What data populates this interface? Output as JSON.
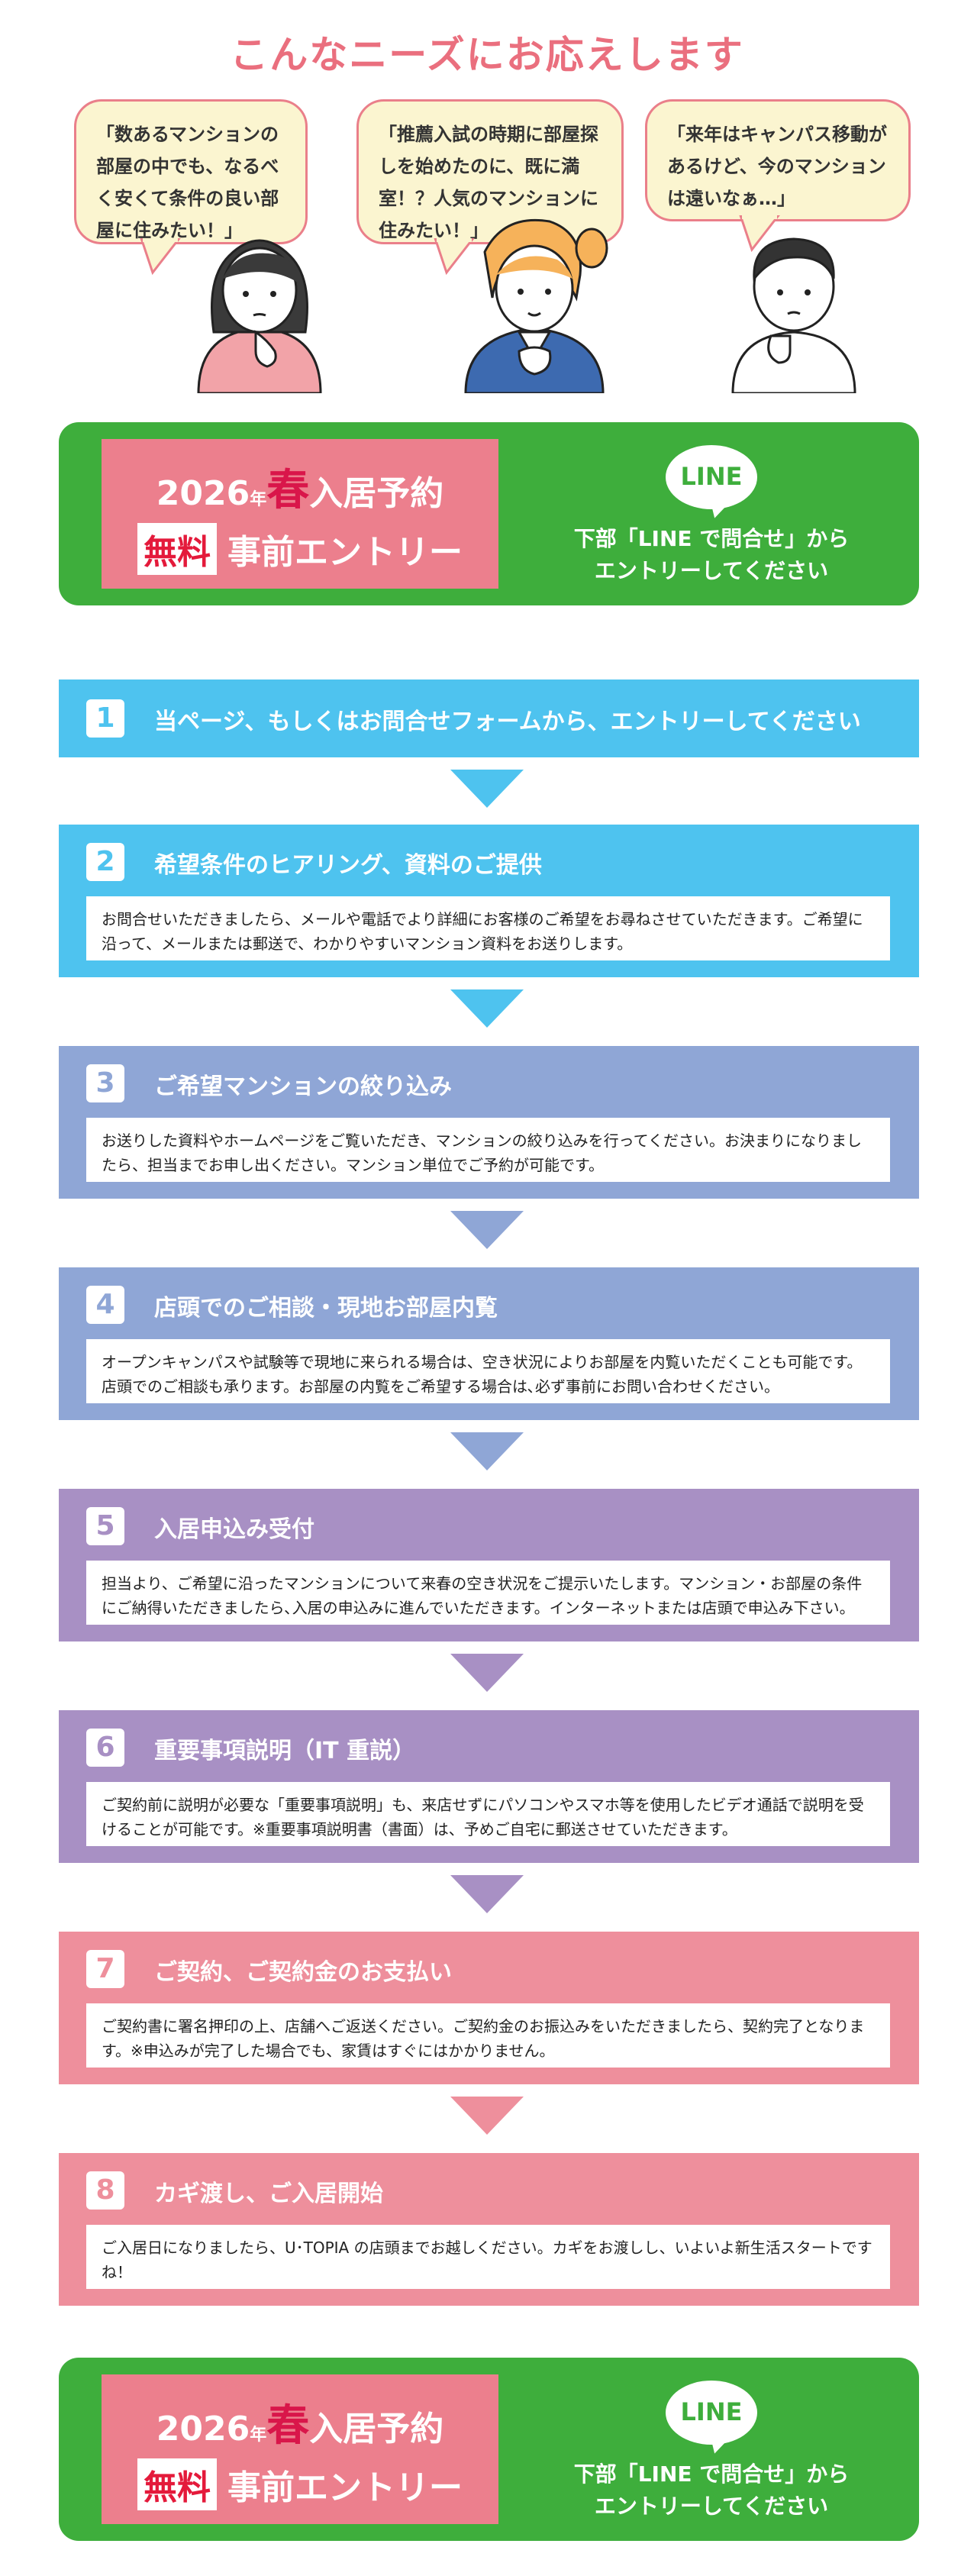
{
  "heading": "こんなニーズにお応えします",
  "bubbles": [
    "「数あるマンションの部屋の中でも、なるべく安くて条件の良い部屋に住みたい！」",
    "「推薦入試の時期に部屋探しを始めたのに、既に満室！？人気のマンションに住みたい！」",
    "「来年はキャンパス移動があるけど、今のマンションは遠いなぁ…」"
  ],
  "banner": {
    "year": "2026",
    "nen": "年",
    "haru": "春",
    "nyukyo": "入居予約",
    "muryo": "無料",
    "entry": "事前エントリー",
    "line_logo": "LINE",
    "line_text_1": "下部「LINE で問合せ」から",
    "line_text_2": "エントリーしてください"
  },
  "steps": [
    {
      "num": "1",
      "title": "当ページ、もしくはお問合せフォームから、エントリーしてください",
      "desc": ""
    },
    {
      "num": "2",
      "title": "希望条件のヒアリング、資料のご提供",
      "desc": "お問合せいただきましたら、メールや電話でより詳細にお客様のご希望をお尋ねさせていただきます。ご希望に沿って、メールまたは郵送で、わかりやすいマンション資料をお送りします。"
    },
    {
      "num": "3",
      "title": "ご希望マンションの絞り込み",
      "desc": "お送りした資料やホームページをご覧いただき、マンションの絞り込みを行ってください。お決まりになりましたら、担当までお申し出ください。マンション単位でご予約が可能です。"
    },
    {
      "num": "4",
      "title": "店頭でのご相談・現地お部屋内覧",
      "desc": "オープンキャンパスや試験等で現地に来られる場合は、空き状況によりお部屋を内覧いただくことも可能です。店頭でのご相談も承ります。お部屋の内覧をご希望する場合は､必ず事前にお問い合わせください。"
    },
    {
      "num": "5",
      "title": "入居申込み受付",
      "desc": "担当より、ご希望に沿ったマンションについて来春の空き状況をご提示いたします。マンション・お部屋の条件にご納得いただきましたら､入居の申込みに進んでいただきます。インターネットまたは店頭で申込み下さい。"
    },
    {
      "num": "6",
      "title": "重要事項説明（IT 重説）",
      "desc": "ご契約前に説明が必要な「重要事項説明」も、来店せずにパソコンやスマホ等を使用したビデオ通話で説明を受けることが可能です。※重要事項説明書（書面）は、予めご自宅に郵送させていただきます。"
    },
    {
      "num": "7",
      "title": "ご契約、ご契約金のお支払い",
      "desc": "ご契約書に署名押印の上、店舗へご返送ください。ご契約金のお振込みをいただきましたら、契約完了となります。※申込みが完了した場合でも、家賃はすぐにはかかりません。"
    },
    {
      "num": "8",
      "title": "カギ渡し、ご入居開始",
      "desc": "ご入居日になりましたら、U･TOPIA の店頭までお越しください。カギをお渡しし、いよいよ新生活スタートですね！"
    }
  ],
  "colors": {
    "step1": "#4ec3ef",
    "step2": "#4ec3ef",
    "step3": "#8fa6d6",
    "step4": "#8fa6d6",
    "step5": "#a890c4",
    "step6": "#a890c4",
    "step7": "#ee8f9c",
    "step8": "#ee8f9c",
    "green": "#3eae3c",
    "pink": "#ec7f8d"
  }
}
